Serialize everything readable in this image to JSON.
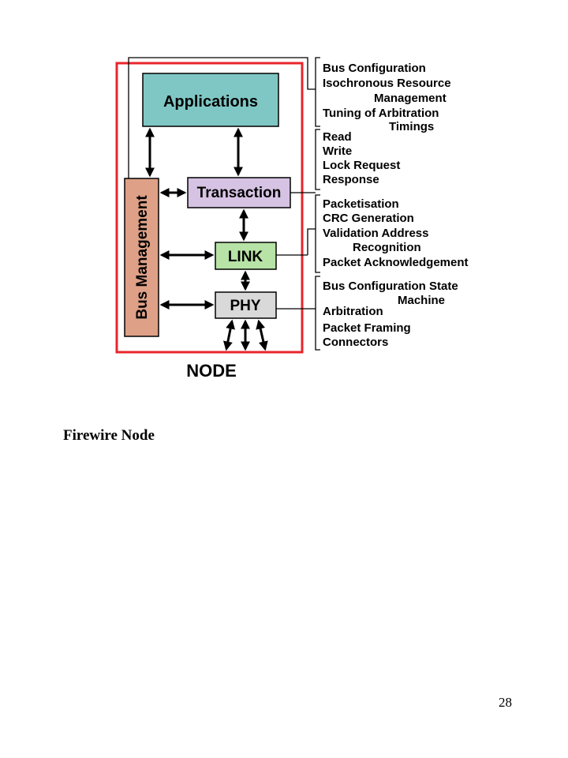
{
  "diagram": {
    "blocks": {
      "applications": "Applications",
      "transaction": "Transaction",
      "link": "LINK",
      "phy": "PHY",
      "bus_management": "Bus Management"
    },
    "node_label": "NODE",
    "groups": {
      "bus_management": [
        "Bus Configuration",
        "Isochronous Resource",
        "Management",
        "Tuning of Arbitration",
        "Timings"
      ],
      "transaction": [
        "Read",
        "Write",
        "Lock Request",
        "Response"
      ],
      "link": [
        "Packetisation",
        "CRC Generation",
        "Validation Address",
        "Recognition",
        "Packet Acknowledgement"
      ],
      "phy": [
        "Bus Configuration State",
        "Machine",
        "Arbitration",
        "Packet Framing",
        "Connectors"
      ]
    },
    "colors": {
      "node_border": "#e8262b",
      "applications": "#7fc7c4",
      "transaction": "#d6c3e3",
      "link": "#b7e3a6",
      "phy": "#d9d9d9",
      "bus_management": "#dea086"
    }
  },
  "caption": "Firewire Node",
  "page_number": "28"
}
